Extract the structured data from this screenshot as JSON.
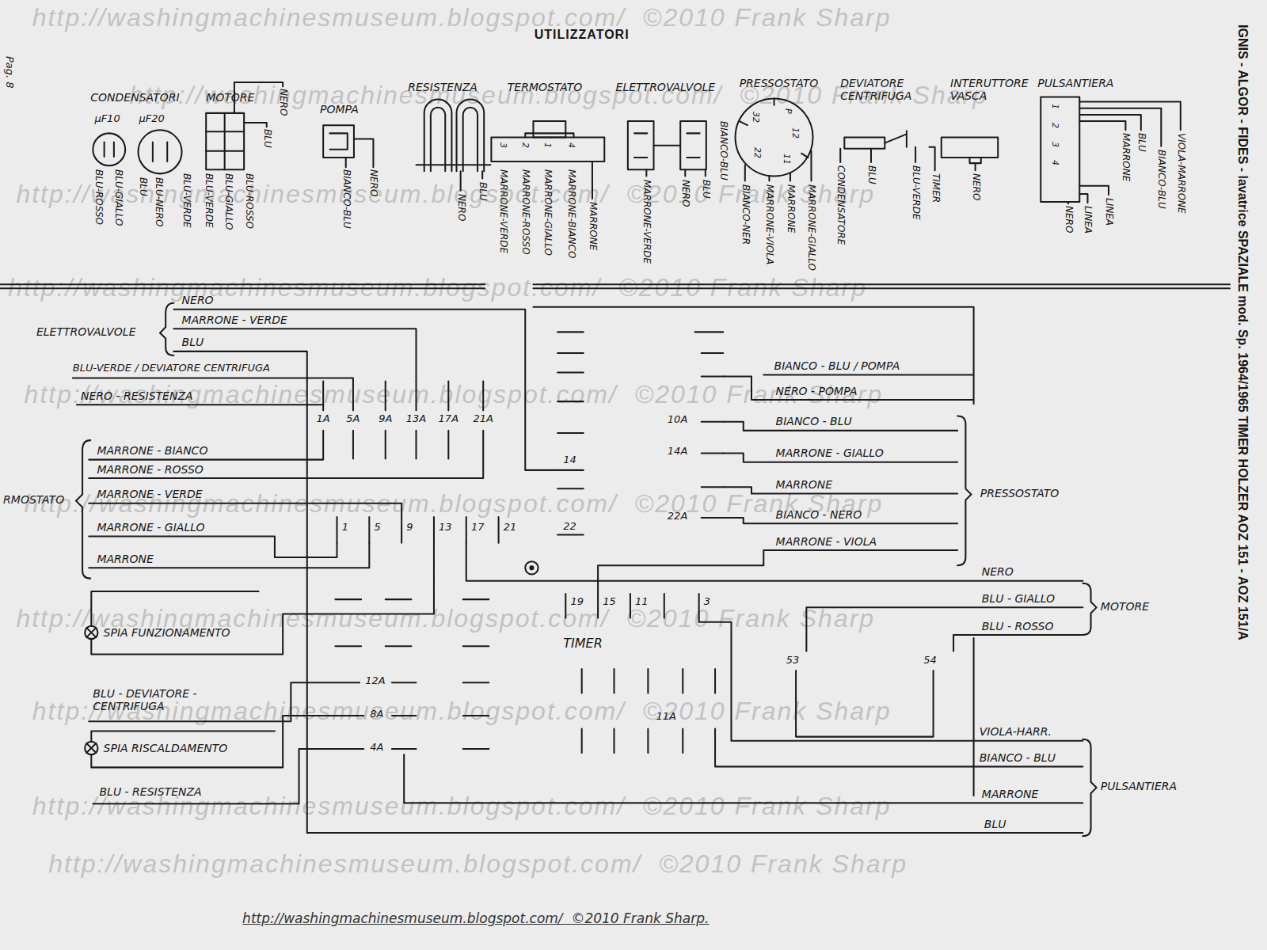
{
  "diagram": {
    "title": "UTILIZZATORI",
    "caption": "http://washingmachinesmuseum.blogspot.com/  ©2010 Frank Sharp.",
    "labels": [
      "Pag. 8",
      "CONDENSATORI",
      "MOTORE",
      "μF10",
      "μF20",
      "POMPA",
      "RESISTENZA",
      "TERMOSTATO",
      "ELETTROVALVOLE",
      "PRESSOSTATO",
      "DEVIATORE CENTRIFUGA",
      "INTERUTTORE VASCA",
      "PULSANTIERA",
      "BLU-ROSSO",
      "BLU-GIALLO",
      "BLU",
      "BLU-NERO",
      "BLU-VERDE",
      "BLU-VERDE",
      "BLU-GIALLO",
      "BLU-ROSSO",
      "BLU",
      "NERO",
      "BIANCO-BLU",
      "NERO",
      "NERO",
      "BLU",
      "3",
      "2",
      "1",
      "4",
      "MARRONE-VERDE",
      "MARRONE-ROSSO",
      "MARRONE-GIALLO",
      "MARRONE-BIANCO",
      "MARRONE",
      "MARRONE-VERDE",
      "NERO",
      "BLU",
      "32",
      "P",
      "12",
      "22",
      "11",
      "BIANCO-BLU",
      "BIANCO-NER",
      "MARRONE-VIOLA",
      "MARRONE",
      "MARRONE-GIALLO",
      "CONDENSATORE",
      "BLU",
      "BLU-VERDE",
      "TIMER",
      "NERO",
      "1",
      "2",
      "3",
      "4",
      "NERO",
      "LINEA",
      "LINEA",
      "MARRONE",
      "BLU",
      "BIANCO-BLU",
      "VIOLA-MARRONE",
      "IGNIS - ALGOR - FIDES - lavatrice SPAZIALE mod. Sp. 1964/1965 TIMER HOLZER AOZ 151 - AOZ 151/A",
      "ELETTROVALVOLE",
      "NERO",
      "MARRONE - VERDE",
      "BLU",
      "BLU-VERDE / DEVIATORE CENTRIFUGA",
      "NERO - RESISTENZA",
      "MARRONE - BIANCO",
      "MARRONE - ROSSO",
      "RMOSTATO",
      "MARRONE - VERDE",
      "MARRONE - GIALLO",
      "MARRONE",
      "1A",
      "5A",
      "9A",
      "13A",
      "17A",
      "21A",
      "1",
      "5",
      "9",
      "13",
      "17",
      "21",
      "22",
      "14",
      "10A",
      "14A",
      "22A",
      "19",
      "15",
      "11",
      "3",
      "TIMER",
      "12A",
      "8A",
      "4A",
      "11A",
      "53",
      "54",
      "BIANCO - BLU / POMPA",
      "NERO - POMPA",
      "BIANCO - BLU",
      "MARRONE - GIALLO",
      "MARRONE",
      "BIANCO - NERO",
      "MARRONE - VIOLA",
      "PRESSOSTATO",
      "NERO",
      "BLU - GIALLO",
      "BLU - ROSSO",
      "MOTORE",
      "SPIA FUNZIONAMENTO",
      "BLU - DEVIATORE -CENTRIFUGA",
      "SPIA RISCALDAMENTO",
      "BLU - RESISTENZA",
      "VIOLA-HARR.",
      "BIANCO - BLU",
      "MARRONE",
      "BLU",
      "PULSANTIERA",
      "http://washingmachinesmuseum.blogspot.com/  ©2010 Frank Sharp",
      "http://washingmachinesmuseum.blogspot.com/  ©2010 Frank Sharp",
      "http://washingmachinesmuseum.blogspot.com/  ©2010 Frank Sharp",
      "http://washingmachinesmuseum.blogspot.com/  ©2010 Frank Sharp",
      "http://washingmachinesmuseum.blogspot.com/  ©2010 Frank Sharp",
      "http://washingmachinesmuseum.blogspot.com/  ©2010 Frank Sharp",
      "http://washingmachinesmuseum.blogspot.com/  ©2010 Frank Sharp",
      "http://washingmachinesmuseum.blogspot.com/  ©2010 Frank Sharp",
      "http://washingmachinesmuseum.blogspot.com/  ©2010 Frank Sharp",
      "http://washingmachinesmuseum.blogspot.com/  ©2010 Frank Sharp"
    ]
  }
}
